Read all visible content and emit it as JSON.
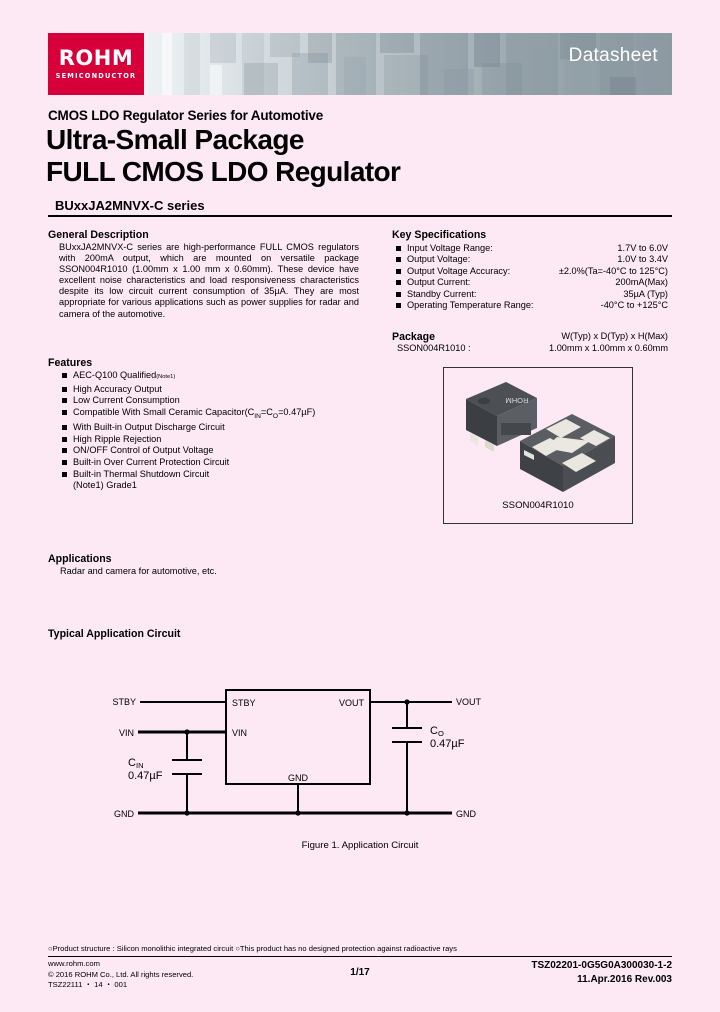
{
  "header": {
    "logo_main": "ROHM",
    "logo_sub": "SEMICONDUCTOR",
    "datasheet_label": "Datasheet"
  },
  "title": {
    "eyebrow": "CMOS LDO Regulator Series for Automotive",
    "line1": "Ultra-Small Package",
    "line2": "FULL CMOS LDO Regulator",
    "series": "BUxxJA2MNVX-C series"
  },
  "general_description": {
    "heading": "General Description",
    "body": "BUxxJA2MNVX-C series are high-performance FULL CMOS regulators with 200mA output, which are mounted on versatile package SSON004R1010 (1.00mm x 1.00 mm x 0.60mm). These device have excellent noise characteristics and load responsiveness characteristics despite its low circuit current consumption of 35µA. They are most appropriate for various applications such as power supplies for radar and camera of the automotive."
  },
  "key_specifications": {
    "heading": "Key Specifications",
    "items": [
      {
        "label": "Input Voltage Range:",
        "value": "1.7V to 6.0V"
      },
      {
        "label": "Output Voltage:",
        "value": "1.0V to 3.4V"
      },
      {
        "label": "Output Voltage Accuracy:",
        "value": "±2.0%(Ta=-40°C to 125°C)"
      },
      {
        "label": "Output Current:",
        "value": "200mA(Max)"
      },
      {
        "label": "Standby Current:",
        "value": "35µA (Typ)"
      },
      {
        "label": "Operating Temperature Range:",
        "value": "-40°C to +125°C"
      }
    ]
  },
  "package": {
    "heading": "Package",
    "dims_heading": "W(Typ) x D(Typ) x H(Max)",
    "name": "SSON004R1010 :",
    "dims": "1.00mm x 1.00mm x 0.60mm",
    "image_caption": "SSON004R1010"
  },
  "features": {
    "heading": "Features",
    "items": [
      "AEC-Q100 Qualified",
      "High Accuracy Output",
      "Low Current Consumption",
      "Compatible With Small Ceramic Capacitor",
      "With Built-in Output Discharge Circuit",
      "High Ripple Rejection",
      "ON/OFF Control of Output Voltage",
      "Built-in Over Current Protection Circuit",
      "Built-in Thermal Shutdown Circuit"
    ],
    "aec_superscript": "(Note1)",
    "capacitor_suffix": "(C",
    "cap_sub_in": "IN",
    "cap_eq1": "=C",
    "cap_sub_o": "O",
    "cap_eq2": "=0.47µF)",
    "note": "(Note1) Grade1"
  },
  "applications": {
    "heading": "Applications",
    "body": "Radar and camera for automotive, etc."
  },
  "circuit": {
    "heading": "Typical Application Circuit",
    "caption": "Figure 1. Application Circuit",
    "pin_stby_ext": "STBY",
    "pin_vin_ext": "VIN",
    "pin_gnd_left": "GND",
    "pin_stby_in": "STBY",
    "pin_vin_in": "VIN",
    "pin_vout_in": "VOUT",
    "pin_gnd_in": "GND",
    "pin_vout_ext": "VOUT",
    "pin_gnd_right": "GND",
    "cap_in_name": "C",
    "cap_in_sub": "IN",
    "cap_in_val": "0.47µF",
    "cap_o_name": "C",
    "cap_o_sub": "O",
    "cap_o_val": "0.47µF"
  },
  "footer": {
    "notes": "○Product structure : Silicon monolithic integrated circuit    ○This product has no designed protection against radioactive rays",
    "website": "www.rohm.com",
    "copyright": "© 2016 ROHM Co., Ltd. All rights reserved.",
    "doc_code": "TSZ22111 ・ 14 ・ 001",
    "page": "1/17",
    "tsz_code": "TSZ02201-0G5G0A300030-1-2",
    "revision": "11.Apr.2016 Rev.003"
  },
  "colors": {
    "page_bg": "#fce9f3",
    "brand_red": "#d7003a",
    "banner_gray": "#96a3ab"
  }
}
